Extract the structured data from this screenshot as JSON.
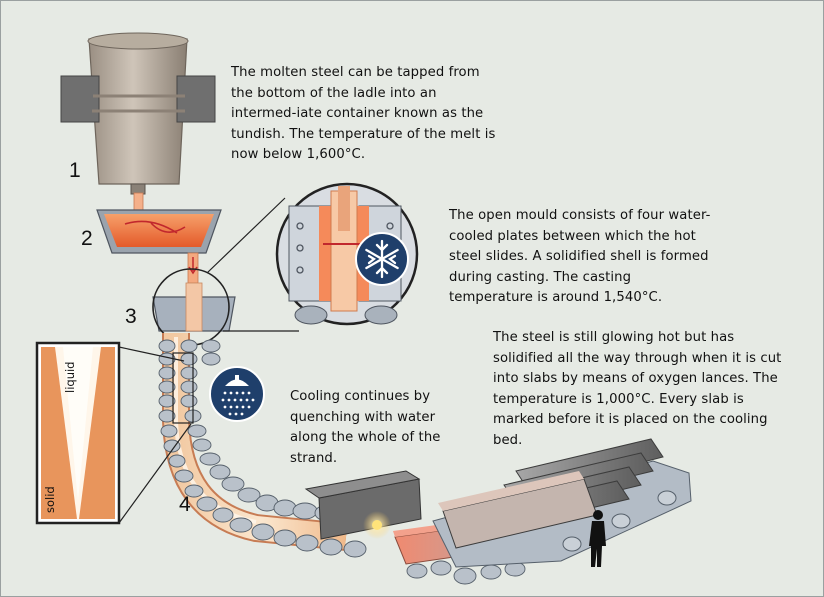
{
  "text": {
    "ladle": "The molten steel can be tapped from the bottom of the ladle into an intermed-iate container known as the tundish. The temperature of the melt is now below 1,600°C.",
    "mould": "The open mould consists of four water-cooled plates between which the hot steel slides. A solidified shell is formed during casting. The casting temperature is around 1,540°C.",
    "slabs": "The steel is still glowing hot but has solidified all the way through when it is cut into slabs by means of oxygen lances. The temperature is 1,000°C. Every slab is marked before it is placed on the cooling bed.",
    "cooling": "Cooling continues by quenching with water along the whole of the strand."
  },
  "steps": {
    "one": "1",
    "two": "2",
    "three": "3",
    "four": "4"
  },
  "inset": {
    "liquid_label": "liquid",
    "solid_label": "solid"
  },
  "icons": {
    "snow": "snowflake-icon",
    "shower": "shower-icon"
  },
  "colors": {
    "background": "#e6eae4",
    "molten": "#f07a45",
    "steel_grey": "#8e9aa8",
    "badge": "#1f3f6b"
  }
}
